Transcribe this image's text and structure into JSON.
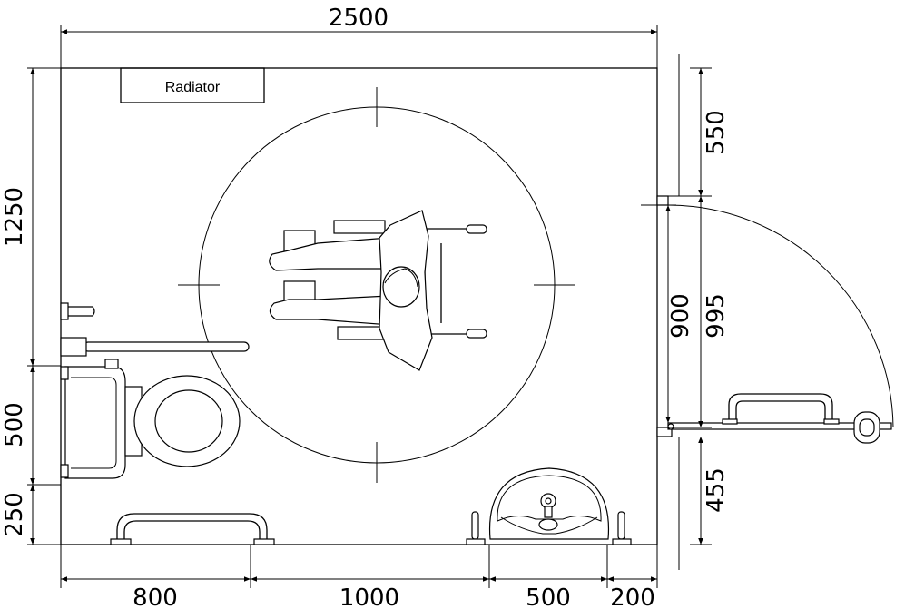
{
  "labels": {
    "radiator": "Radiator"
  },
  "dimensions": {
    "overall_width": "2500",
    "left_upper": "1250",
    "left_middle": "500",
    "left_lower": "250",
    "bottom_1": "800",
    "bottom_2": "1000",
    "bottom_3": "500",
    "bottom_4": "200",
    "right_upper": "550",
    "door_opening": "900",
    "door_total": "995",
    "right_lower": "455"
  },
  "colors": {
    "line": "#000000",
    "background": "#ffffff"
  }
}
